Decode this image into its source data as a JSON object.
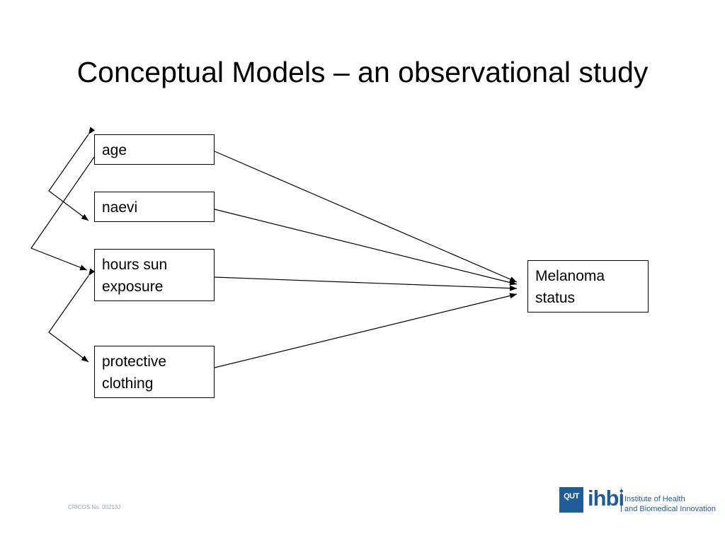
{
  "slide": {
    "title": "Conceptual Models – an observational study"
  },
  "diagram": {
    "nodes": {
      "age": "age",
      "naevi": "naevi",
      "sun_line1": "hours sun",
      "sun_line2": "exposure",
      "clothing_line1": "protective",
      "clothing_line2": "clothing",
      "melanoma_line1": "Melanoma",
      "melanoma_line2": "status"
    },
    "edges": [
      {
        "from": "age",
        "to": "melanoma"
      },
      {
        "from": "naevi",
        "to": "melanoma"
      },
      {
        "from": "hours sun exposure",
        "to": "melanoma"
      },
      {
        "from": "protective clothing",
        "to": "melanoma"
      },
      {
        "between": [
          "age",
          "naevi"
        ],
        "type": "two-headed"
      },
      {
        "between": [
          "age",
          "hours sun exposure"
        ],
        "type": "two-headed"
      },
      {
        "between": [
          "hours sun exposure",
          "protective clothing"
        ],
        "type": "two-headed"
      }
    ]
  },
  "footer": {
    "cricos": "CRICOS No. 00213J",
    "logo_mark": "QUT",
    "logo_text": "ihbi",
    "institute_line1": "Institute of Health",
    "institute_line2": "and Biomedical Innovation",
    "brand_color": "#1f5c9a"
  }
}
